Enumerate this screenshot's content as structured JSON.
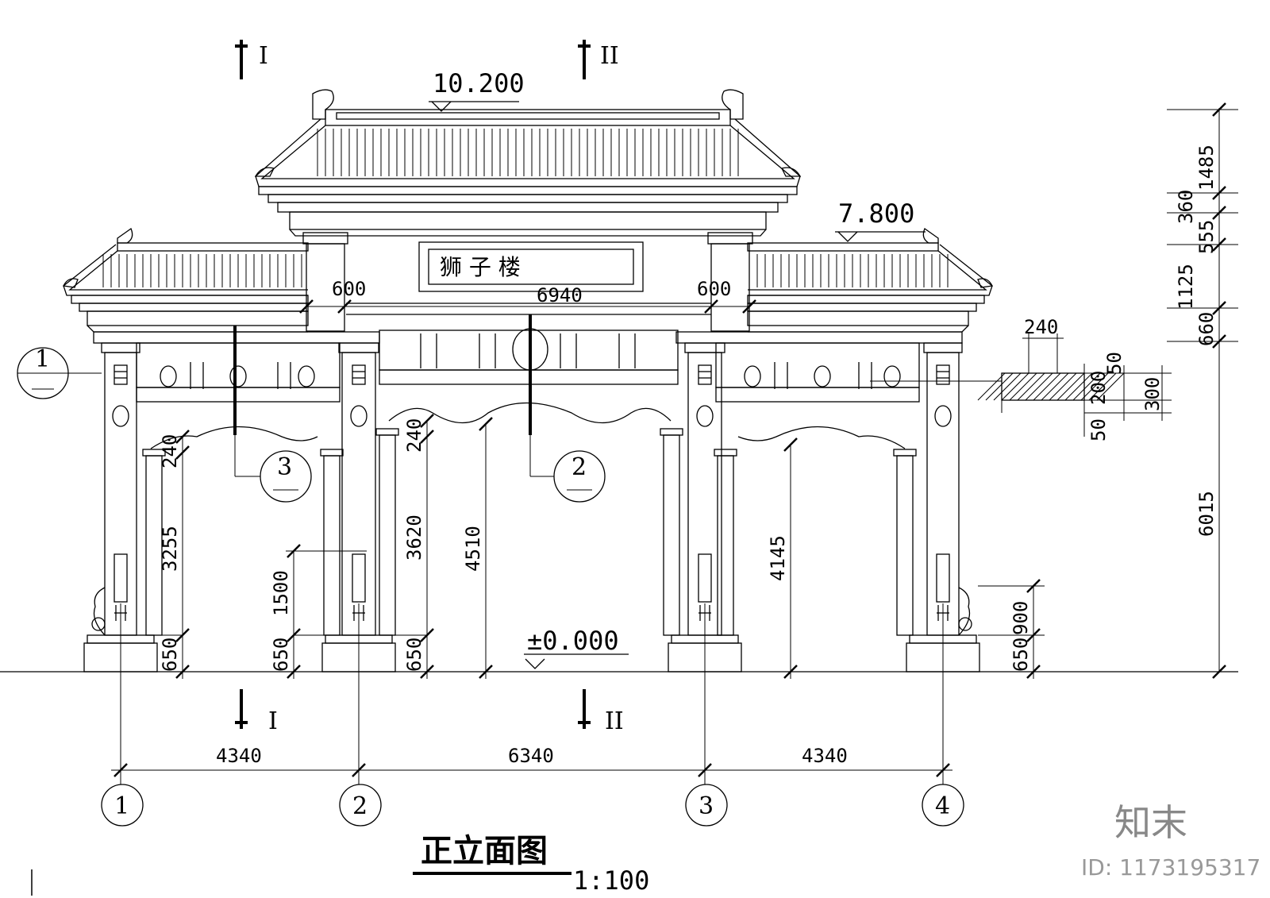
{
  "drawing": {
    "plaque_text": "狮 子 楼",
    "title": "正立面图",
    "scale": "1:100",
    "watermark_brand": "知末",
    "watermark_id": "ID: 1173195317"
  },
  "elevations": {
    "top": "10.200",
    "side_roof": "7.800",
    "ground": "±0.000"
  },
  "sections": {
    "s1": "I",
    "s2": "II"
  },
  "axes": {
    "labels": [
      "1",
      "2",
      "3",
      "4"
    ],
    "spans": [
      "4340",
      "6340",
      "4340"
    ]
  },
  "details": {
    "d1": "1",
    "d2": "2",
    "d3": "3"
  },
  "right_dims": [
    "1485",
    "360",
    "555",
    "1125",
    "660",
    "6015",
    "900",
    "650"
  ],
  "inner_dims": {
    "w600a": "600",
    "w6940": "6940",
    "w600b": "600",
    "h3255": "3255",
    "h240a": "240",
    "h650a": "650",
    "h1500": "1500",
    "h650b": "650",
    "h3620": "3620",
    "h240b": "240",
    "h650c": "650",
    "h4510": "4510",
    "h4145": "4145"
  },
  "beam_detail": {
    "w240": "240",
    "h50": "50",
    "h200": "200",
    "h300": "300",
    "h50b": "50"
  }
}
